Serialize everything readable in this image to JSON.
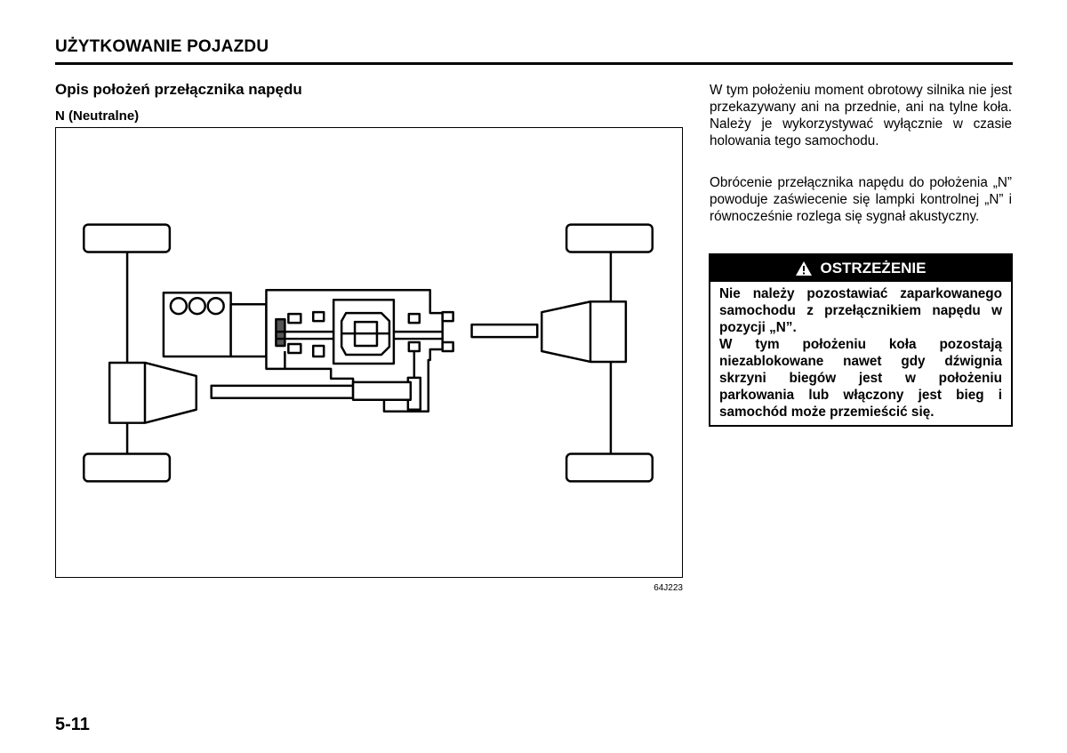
{
  "header": {
    "section_title": "UŻYTKOWANIE POJAZDU"
  },
  "content": {
    "title": "Opis położeń przełącznika napędu",
    "subtitle": "N (Neutralne)",
    "figure_code": "64J223",
    "paragraphs": [
      "W tym położeniu moment obrotowy silnika nie jest przekazywany ani na przednie, ani na tylne koła. Należy je wykorzystywać wyłącznie w czasie holowania tego samochodu.",
      "Obrócenie przełącznika napędu do położenia „N” powoduje zaświecenie się lampki kontrolnej „N” i równocześnie rozlega się sygnał akustyczny."
    ]
  },
  "warning": {
    "title": "OSTRZEŻENIE",
    "icon": "warning-triangle-icon",
    "lines": [
      "Nie należy pozostawiać zaparkowanego samochodu z przełącznikiem napędu w pozycji „N”.",
      "W tym położeniu koła pozostają niezablokowane nawet gdy dźwignia skrzyni biegów jest w położeniu parkowania lub włączony jest bieg i samochód może przemieścić się."
    ]
  },
  "footer": {
    "page_number": "5-11"
  }
}
